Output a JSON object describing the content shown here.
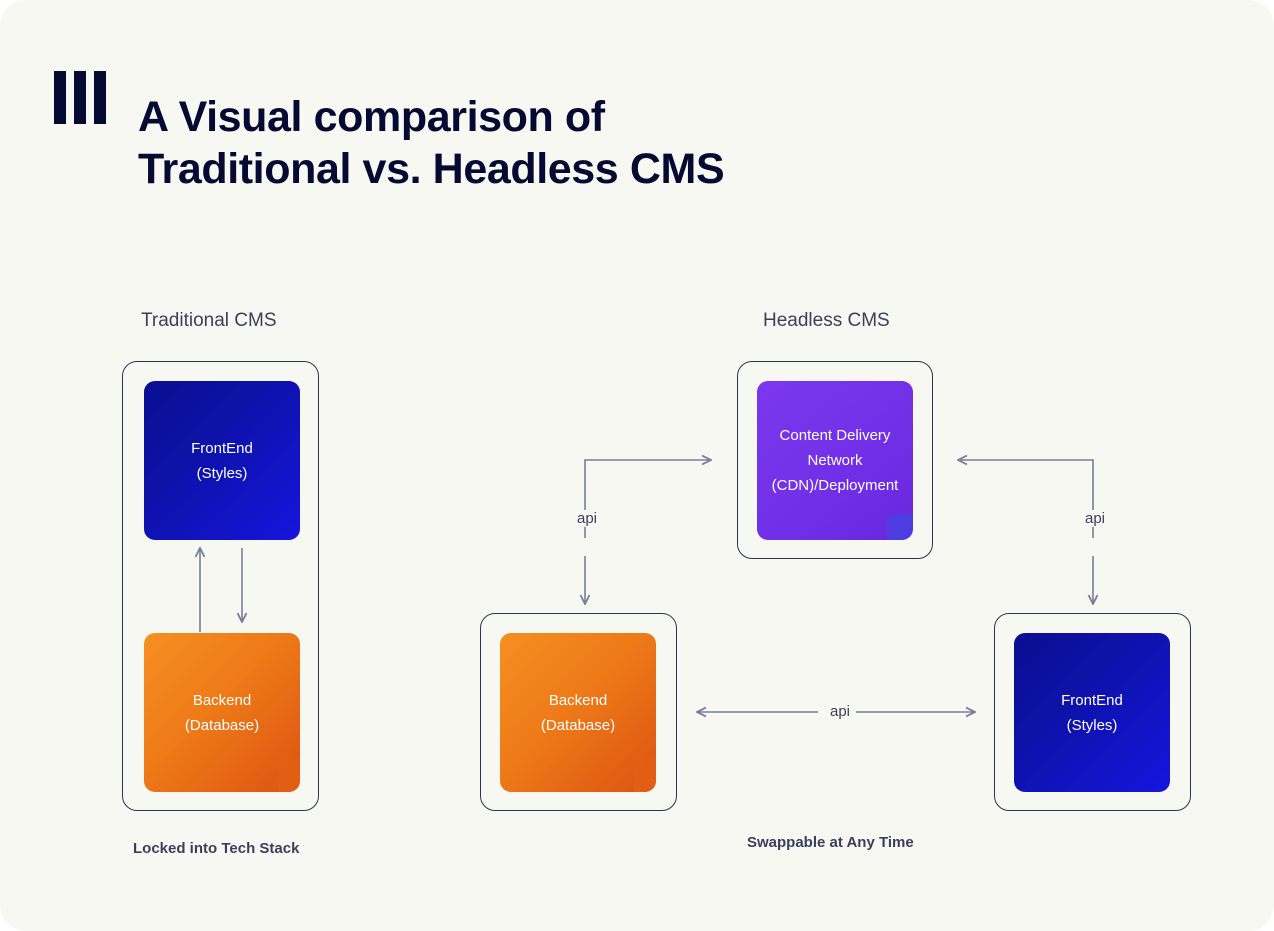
{
  "page": {
    "background_color": "#F8F8F2",
    "title_text": "A Visual comparison of\nTraditional vs. Headless CMS",
    "title_color": "#050A32"
  },
  "logo": {
    "name": "three-bars-logo",
    "bar_count": 3,
    "color": "#050A32"
  },
  "diagram": {
    "traditional": {
      "heading": "Traditional CMS",
      "caption": "Locked into Tech Stack",
      "blocks": [
        {
          "name": "frontend",
          "line1": "FrontEnd",
          "line2": "(Styles)",
          "color_start": "#0A0E90",
          "color_end": "#1515DE"
        },
        {
          "name": "backend",
          "line1": "Backend",
          "line2": "(Database)",
          "color_start": "#F59022",
          "color_end": "#DC5312"
        }
      ]
    },
    "headless": {
      "heading": "Headless CMS",
      "caption": "Swappable at Any Time",
      "blocks": [
        {
          "name": "cdn",
          "line1": "Content Delivery",
          "line2": "Network",
          "line3": "(CDN)/Deployment",
          "color_start": "#7B38EE",
          "color_end": "#6A26E0"
        },
        {
          "name": "backend",
          "line1": "Backend",
          "line2": "(Database)",
          "color_start": "#F59022",
          "color_end": "#DC5312"
        },
        {
          "name": "frontend",
          "line1": "FrontEnd",
          "line2": "(Styles)",
          "color_start": "#0A0E90",
          "color_end": "#1515DE"
        }
      ]
    },
    "connector_labels": {
      "left": "api",
      "right": "api",
      "middle": "api"
    },
    "connector_color": "#787E99"
  }
}
